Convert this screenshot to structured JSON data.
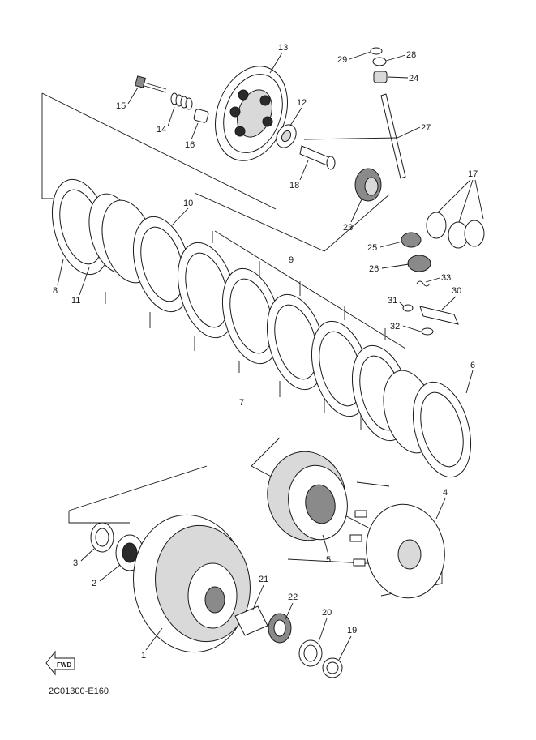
{
  "diagram": {
    "code": "2C01300-E160",
    "fwd_label": "FWD",
    "callouts": {
      "p1": "1",
      "p2": "2",
      "p3": "3",
      "p4": "4",
      "p5": "5",
      "p6": "6",
      "p7": "7",
      "p8": "8",
      "p9": "9",
      "p10": "10",
      "p11": "11",
      "p12": "12",
      "p13": "13",
      "p14": "14",
      "p15": "15",
      "p16": "16",
      "p17": "17",
      "p18": "18",
      "p19": "19",
      "p20": "20",
      "p21": "21",
      "p22": "22",
      "p23": "23",
      "p24": "24",
      "p25": "25",
      "p26": "26",
      "p27": "27",
      "p28": "28",
      "p29": "29",
      "p30": "30",
      "p31": "31",
      "p32": "32",
      "p33": "33"
    }
  }
}
